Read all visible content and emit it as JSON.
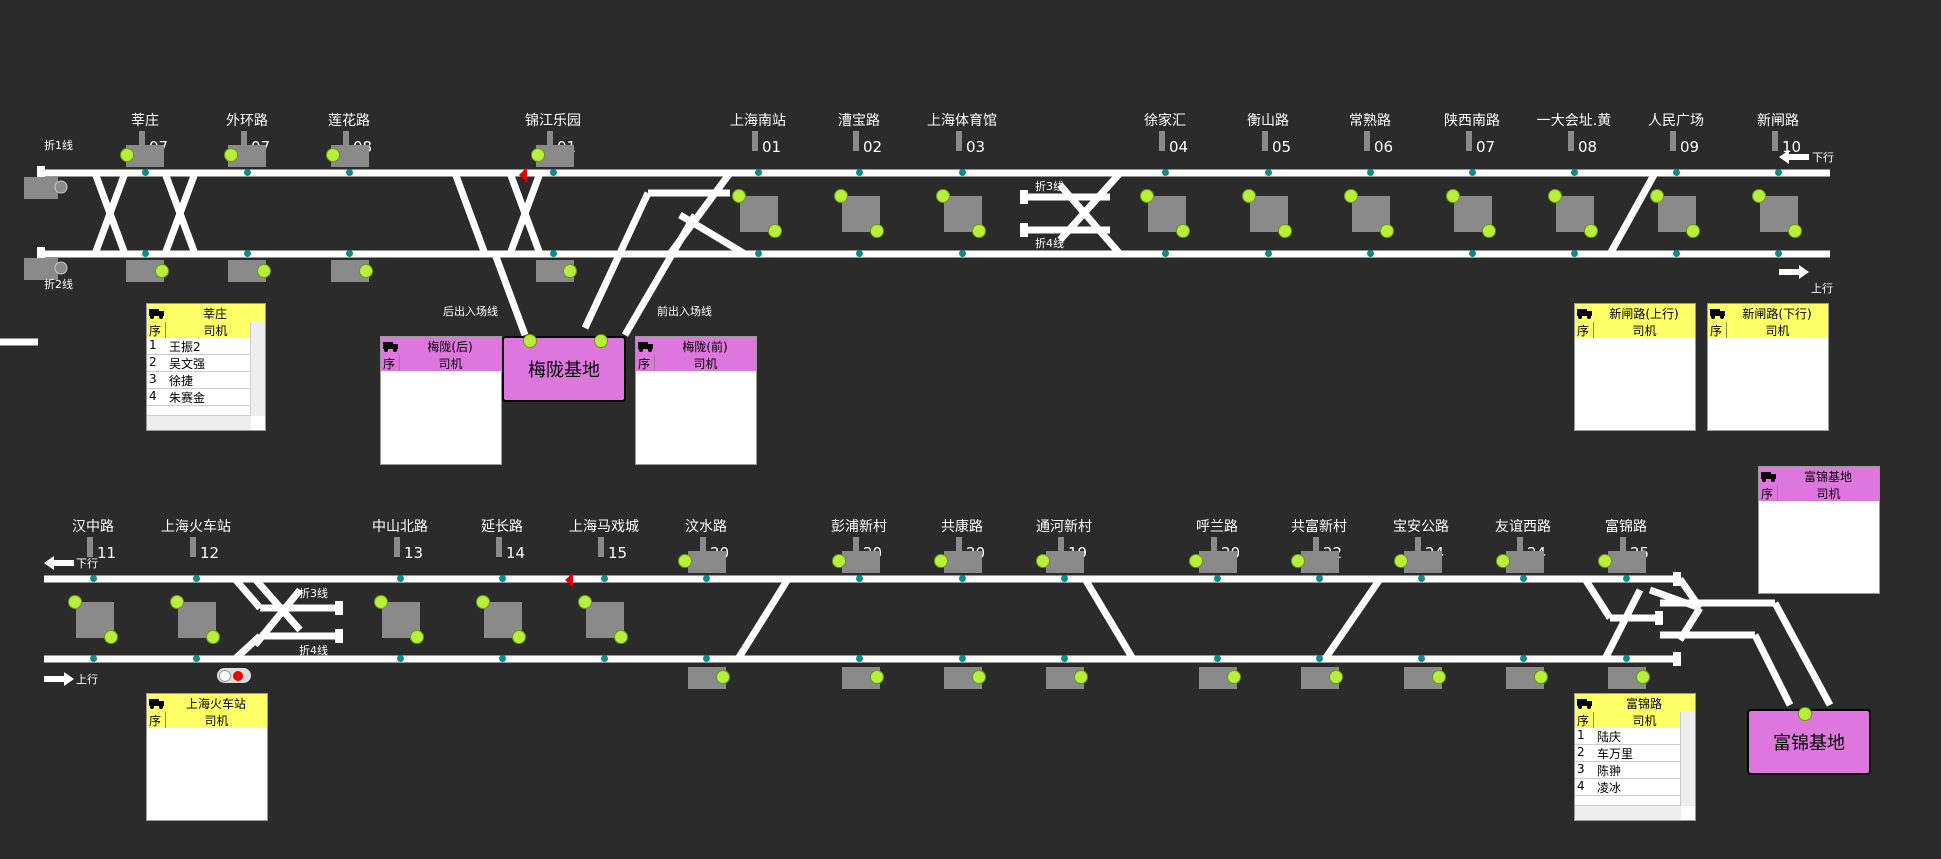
{
  "stations_top": [
    {
      "name": "莘庄",
      "num": "07"
    },
    {
      "name": "外环路",
      "num": "07"
    },
    {
      "name": "莲花路",
      "num": "08"
    },
    {
      "name": "锦江乐园",
      "num": "01"
    },
    {
      "name": "上海南站",
      "num": "01"
    },
    {
      "name": "漕宝路",
      "num": "02"
    },
    {
      "name": "上海体育馆",
      "num": "03"
    },
    {
      "name": "徐家汇",
      "num": "04"
    },
    {
      "name": "衡山路",
      "num": "05"
    },
    {
      "name": "常熟路",
      "num": "06"
    },
    {
      "name": "陕西南路",
      "num": "07"
    },
    {
      "name": "一大会址.黄",
      "num": "08"
    },
    {
      "name": "人民广场",
      "num": "09"
    },
    {
      "name": "新闸路",
      "num": "10"
    }
  ],
  "stations_bottom": [
    {
      "name": "汉中路",
      "num": "11"
    },
    {
      "name": "上海火车站",
      "num": "12"
    },
    {
      "name": "中山北路",
      "num": "13"
    },
    {
      "name": "延长路",
      "num": "14"
    },
    {
      "name": "上海马戏城",
      "num": "15"
    },
    {
      "name": "汶水路",
      "num": "20"
    },
    {
      "name": "彭浦新村",
      "num": "20"
    },
    {
      "name": "共康路",
      "num": "20"
    },
    {
      "name": "通河新村",
      "num": "19"
    },
    {
      "name": "呼兰路",
      "num": "20"
    },
    {
      "name": "共富新村",
      "num": "22"
    },
    {
      "name": "宝安公路",
      "num": "24"
    },
    {
      "name": "友谊西路",
      "num": "24"
    },
    {
      "name": "富锦路",
      "num": "25"
    }
  ],
  "track_labels": {
    "zhe1": "折1线",
    "zhe2": "折2线",
    "zhe3": "折3线",
    "zhe4": "折4线",
    "zhe3b": "折3线",
    "zhe4b": "折4线",
    "hou": "后出入场线",
    "qian": "前出入场线",
    "xiaxing_top": "下行",
    "shangxing_top": "上行",
    "xiaxing_bottom": "下行",
    "shangxing_bottom": "上行"
  },
  "bases": {
    "meilong": "梅陇基地",
    "fujin": "富锦基地"
  },
  "column_headers": {
    "seq": "序",
    "driver": "司机"
  },
  "panels": {
    "xinzhuang": {
      "title": "莘庄",
      "rows": [
        [
          "1",
          "王振2"
        ],
        [
          "2",
          "吴文强"
        ],
        [
          "3",
          "徐捷"
        ],
        [
          "4",
          "朱赛金"
        ]
      ]
    },
    "meilong_hou": {
      "title": "梅陇(后)",
      "rows": []
    },
    "meilong_qian": {
      "title": "梅陇(前)",
      "rows": []
    },
    "xinzha_up": {
      "title": "新闸路(上行)",
      "rows": []
    },
    "xinzha_down": {
      "title": "新闸路(下行)",
      "rows": []
    },
    "fujin_base": {
      "title": "富锦基地",
      "rows": []
    },
    "shanghai_station": {
      "title": "上海火车站",
      "rows": []
    },
    "fujinlu": {
      "title": "富锦路",
      "rows": [
        [
          "1",
          "陆庆"
        ],
        [
          "2",
          "车万里"
        ],
        [
          "3",
          "陈翀"
        ],
        [
          "4",
          "凌冰"
        ]
      ]
    }
  },
  "colors": {
    "background": "#2b2b2b",
    "rail": "#ffffff",
    "led": "#b7ef3a",
    "panel_header_yellow": "#ffff66",
    "panel_header_pink": "#dd77dd",
    "node": "#0d8a8a"
  }
}
